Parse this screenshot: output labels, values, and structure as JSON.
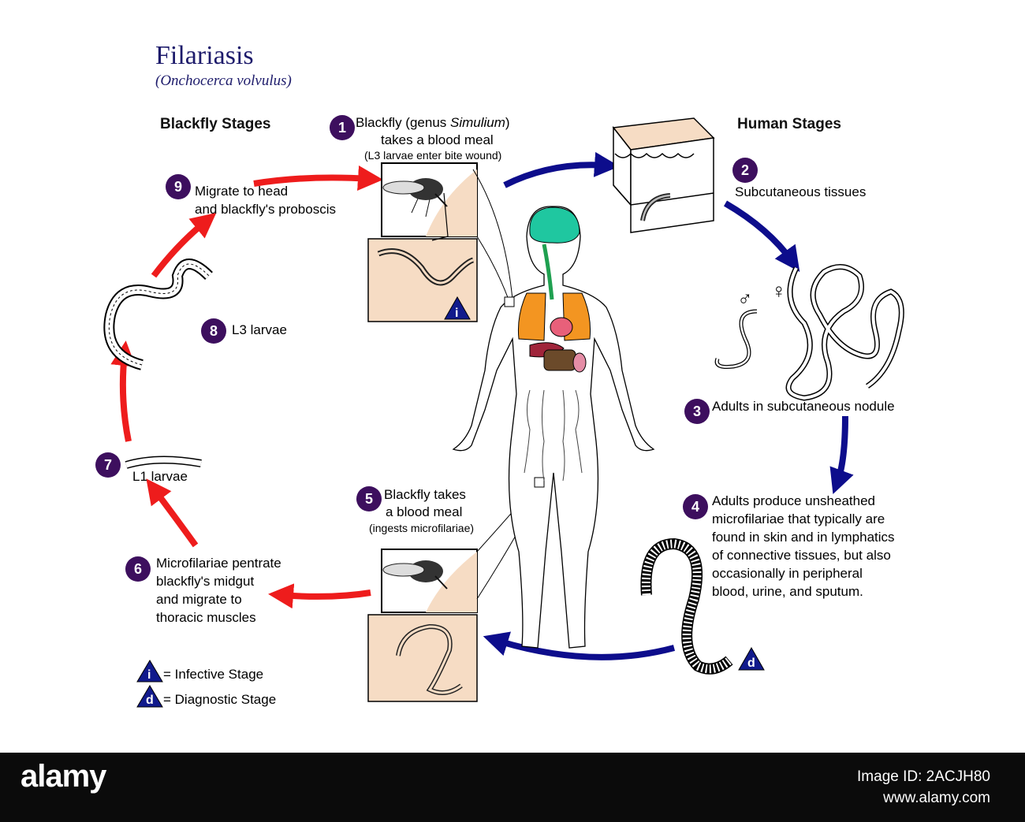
{
  "title": "Filariasis",
  "subtitle": "(Onchocerca volvulus)",
  "blackfly_heading": "Blackfly Stages",
  "human_heading": "Human Stages",
  "steps": {
    "s1": {
      "num": "1",
      "line1a": "Blackfly (genus ",
      "line1b": "Simulium",
      "line1c": ")",
      "line2": "takes a blood meal",
      "line3": "(L3 larvae enter bite wound)"
    },
    "s2": {
      "num": "2",
      "text": "Subcutaneous tissues"
    },
    "s3": {
      "num": "3",
      "text": "Adults in subcutaneous nodule"
    },
    "s4": {
      "num": "4",
      "lines": [
        "Adults produce unsheathed",
        "microfilariae that typically are",
        "found in skin and in lymphatics",
        "of connective tissues,  but also",
        "occasionally in peripheral",
        "blood, urine, and sputum."
      ]
    },
    "s5": {
      "num": "5",
      "line1": "Blackfly takes",
      "line2": "a blood meal",
      "line3": "(ingests microfilariae)"
    },
    "s6": {
      "num": "6",
      "lines": [
        "Microfilariae pentrate",
        "blackfly's midgut",
        "and migrate to",
        "thoracic muscles"
      ]
    },
    "s7": {
      "num": "7",
      "text": "L1 larvae"
    },
    "s8": {
      "num": "8",
      "text": "L3 larvae"
    },
    "s9": {
      "num": "9",
      "line1": "Migrate to head",
      "line2": "and blackfly's proboscis"
    }
  },
  "symbols": {
    "male": "♂",
    "female": "♀",
    "infective_letter": "i",
    "diagnostic_letter": "d"
  },
  "legend": {
    "infective": "= Infective Stage",
    "diagnostic": "= Diagnostic Stage"
  },
  "colors": {
    "human_arrow": "#0d0d8c",
    "blackfly_arrow": "#ee1c1c",
    "step_circle": "#3d0f5e",
    "panel": "#f6dcc4",
    "title": "#1d1b6b",
    "brain": "#1fc7a0",
    "lungs": "#f39521",
    "liver": "#e8607a",
    "kidney": "#e58da6",
    "intestine": "#6b4a2a"
  },
  "watermark": {
    "logo": "alamy",
    "id": "Image ID: 2ACJH80",
    "site": "www.alamy.com"
  }
}
